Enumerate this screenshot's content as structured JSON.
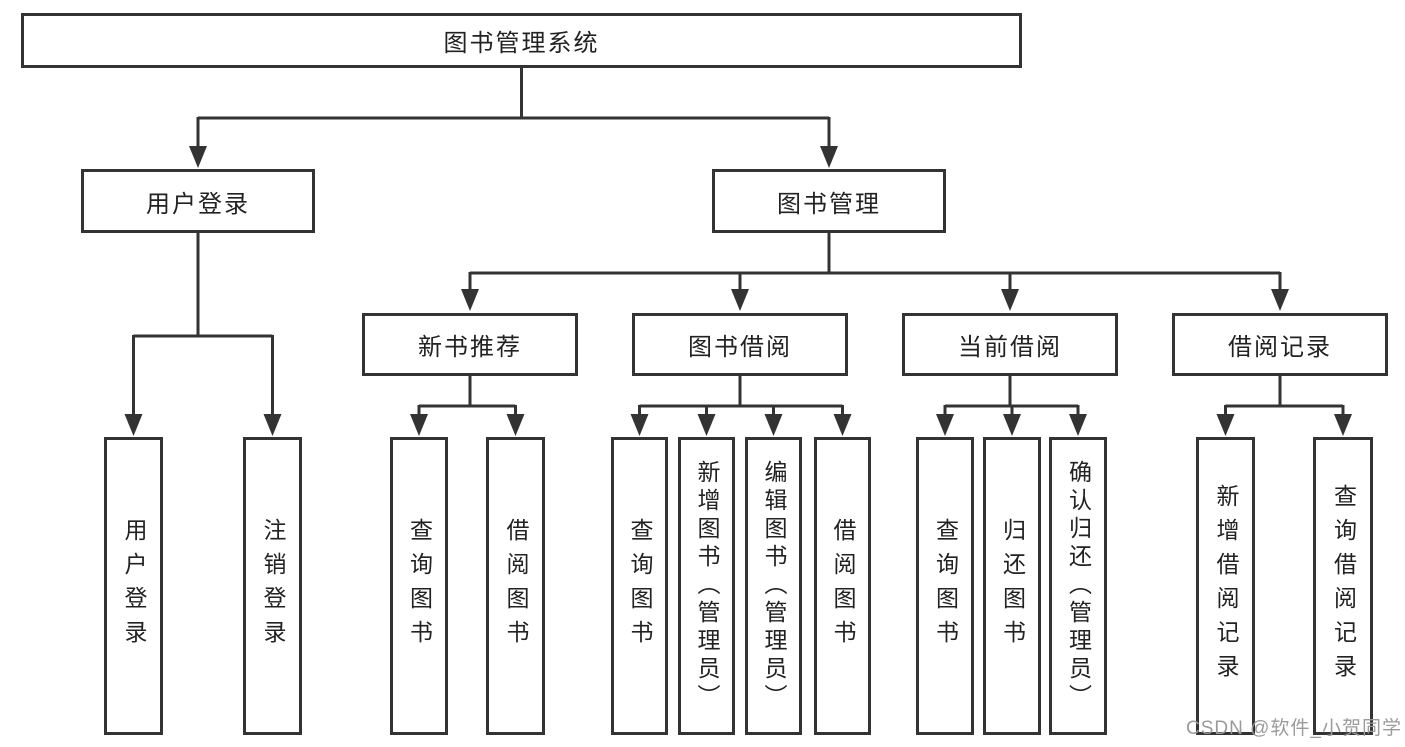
{
  "tree": {
    "root": {
      "label": "图书管理系统"
    },
    "branches": [
      {
        "label": "用户登录",
        "children": [
          {
            "label": "用户登录"
          },
          {
            "label": "注销登录"
          }
        ]
      },
      {
        "label": "图书管理",
        "children": [
          {
            "label": "新书推荐",
            "children": [
              {
                "label": "查询图书"
              },
              {
                "label": "借阅图书"
              }
            ]
          },
          {
            "label": "图书借阅",
            "children": [
              {
                "label": "查询图书"
              },
              {
                "label": "新增图书（管理员）"
              },
              {
                "label": "编辑图书（管理员）"
              },
              {
                "label": "借阅图书"
              }
            ]
          },
          {
            "label": "当前借阅",
            "children": [
              {
                "label": "查询图书"
              },
              {
                "label": "归还图书"
              },
              {
                "label": "确认归还（管理员）"
              }
            ]
          },
          {
            "label": "借阅记录",
            "children": [
              {
                "label": "新增借阅记录"
              },
              {
                "label": "查询借阅记录"
              }
            ]
          }
        ]
      }
    ]
  },
  "watermark": {
    "text": "CSDN @软件_小贺同学"
  },
  "colors": {
    "line": "#333333",
    "box_border": "#333333",
    "text": "#222222",
    "watermark": "#9b9b9b",
    "background": "#ffffff"
  }
}
